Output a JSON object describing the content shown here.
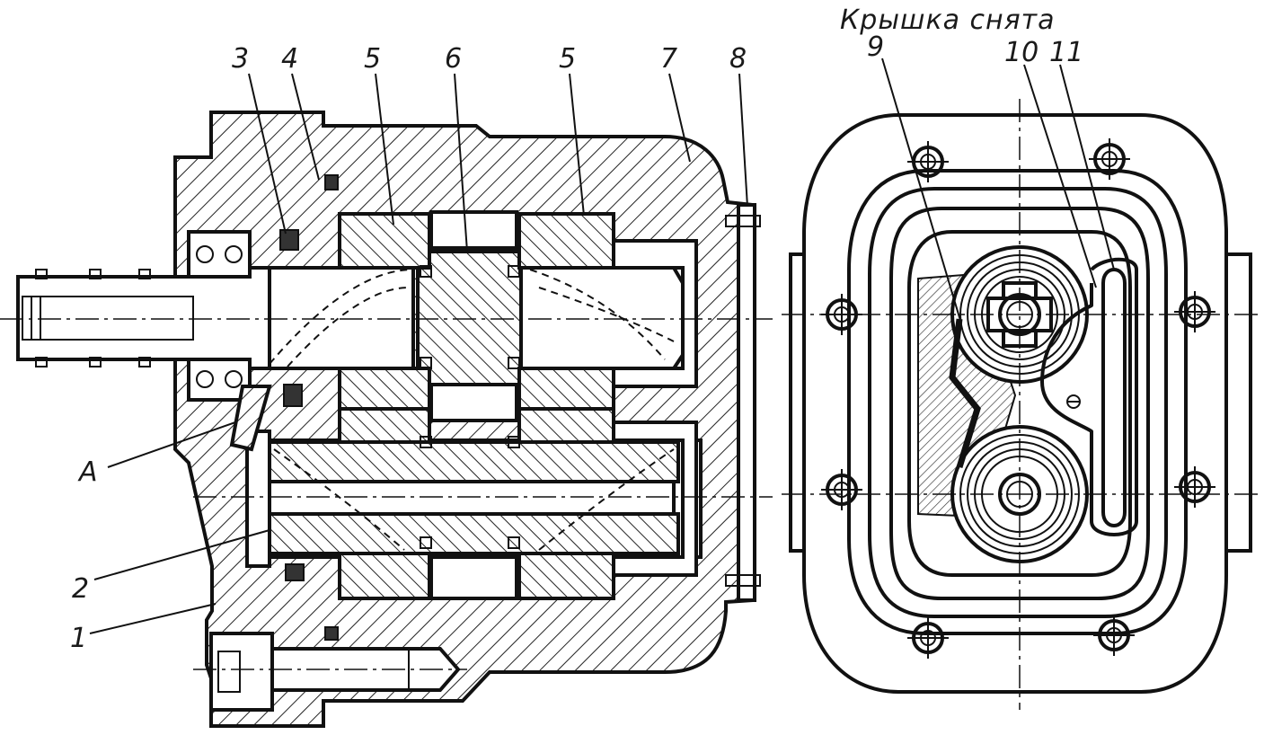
{
  "caption": "Крышка снята",
  "callouts": {
    "n1": "1",
    "n2": "2",
    "n3": "3",
    "n4": "4",
    "n5a": "5",
    "n5b": "5",
    "n6": "6",
    "n7": "7",
    "n8": "8",
    "n9": "9",
    "n10": "10",
    "n11": "11",
    "nA": "A"
  }
}
